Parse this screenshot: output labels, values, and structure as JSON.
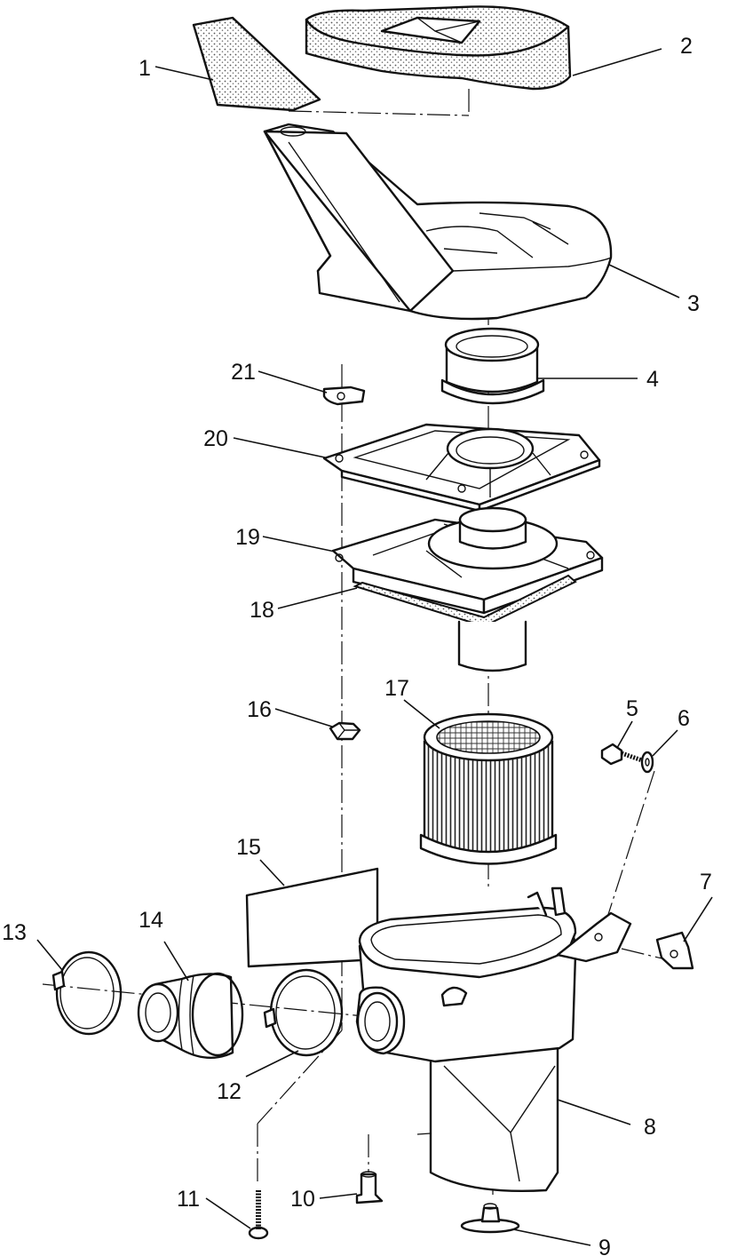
{
  "diagram": {
    "callouts": [
      {
        "id": "c1",
        "text": "1"
      },
      {
        "id": "c2",
        "text": "2"
      },
      {
        "id": "c3",
        "text": "3"
      },
      {
        "id": "c4",
        "text": "4"
      },
      {
        "id": "c5",
        "text": "5"
      },
      {
        "id": "c6",
        "text": "6"
      },
      {
        "id": "c7",
        "text": "7"
      },
      {
        "id": "c8",
        "text": "8"
      },
      {
        "id": "c9",
        "text": "9"
      },
      {
        "id": "c10",
        "text": "10"
      },
      {
        "id": "c11",
        "text": "11"
      },
      {
        "id": "c12",
        "text": "12"
      },
      {
        "id": "c13",
        "text": "13"
      },
      {
        "id": "c14",
        "text": "14"
      },
      {
        "id": "c15",
        "text": "15"
      },
      {
        "id": "c16",
        "text": "16"
      },
      {
        "id": "c17",
        "text": "17"
      },
      {
        "id": "c18",
        "text": "18"
      },
      {
        "id": "c19",
        "text": "19"
      },
      {
        "id": "c20",
        "text": "20"
      },
      {
        "id": "c21",
        "text": "21"
      }
    ],
    "colors": {
      "line": "#111111",
      "fill": "#ffffff",
      "foam": "#d9d9d9"
    }
  }
}
